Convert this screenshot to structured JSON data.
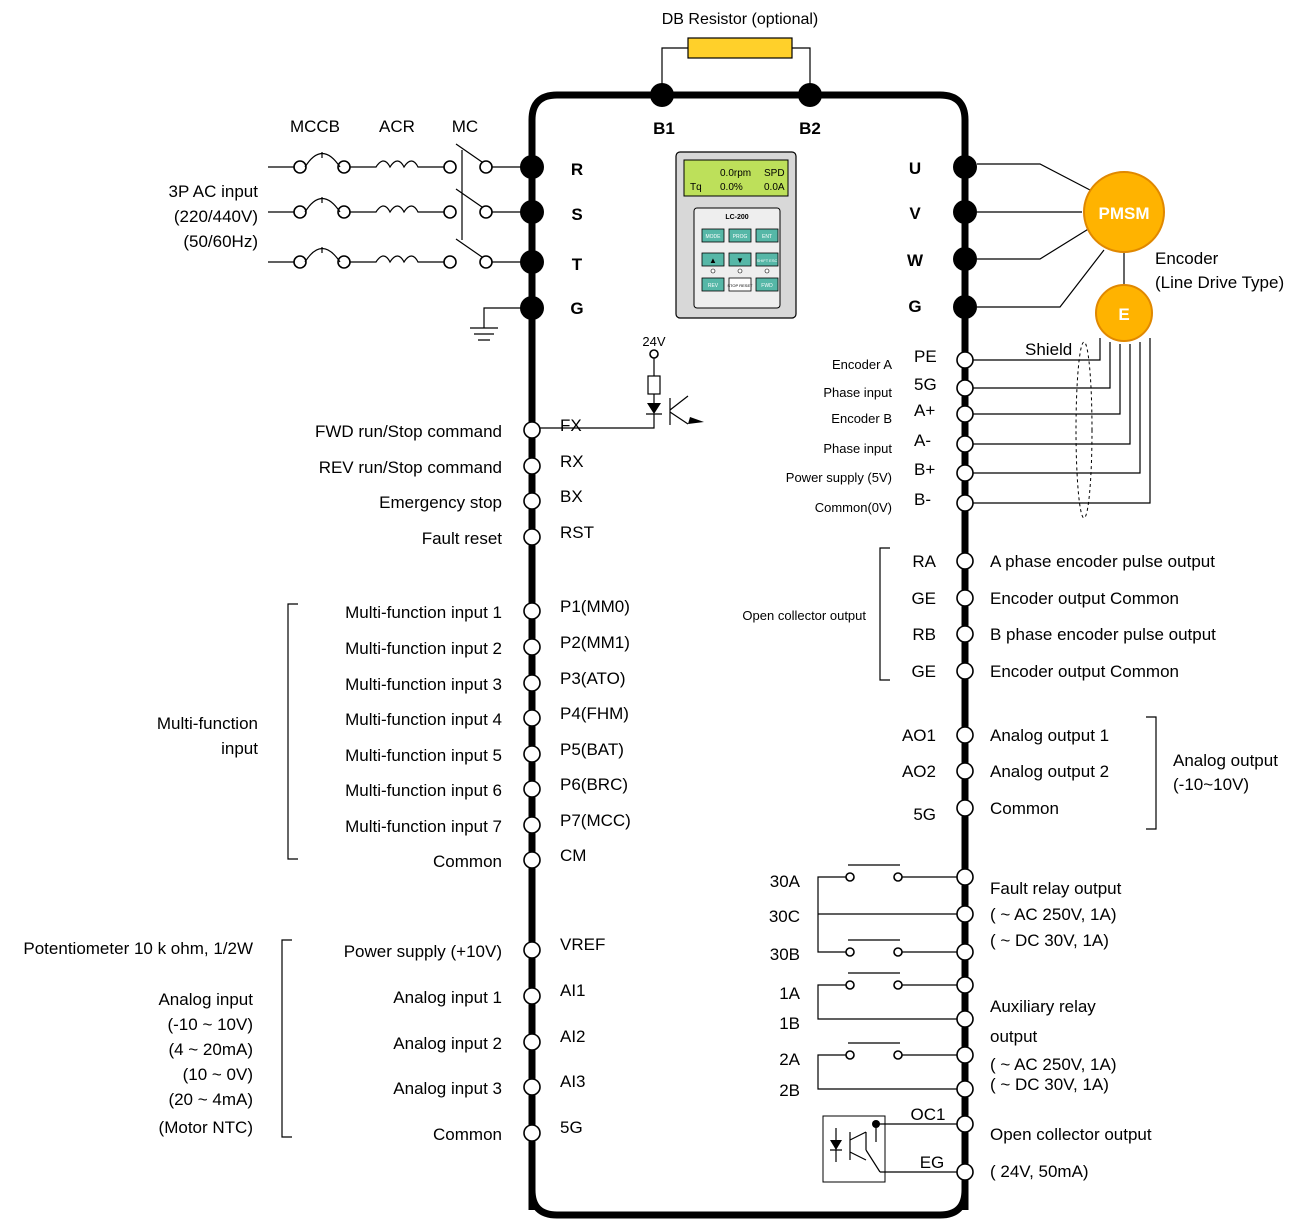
{
  "db_resistor": "DB Resistor (optional)",
  "top_terms": {
    "b1": "B1",
    "b2": "B2"
  },
  "input_devices": {
    "mccb": "MCCB",
    "acr": "ACR",
    "mc": "MC"
  },
  "ac_input": [
    "3P AC input",
    "(220/440V)",
    "(50/60Hz)"
  ],
  "power_in": [
    "R",
    "S",
    "T",
    "G"
  ],
  "power_out": [
    "U",
    "V",
    "W",
    "G"
  ],
  "motor": {
    "name": "PMSM",
    "encoder": "E",
    "encoder_label": [
      "Encoder",
      "(Line Drive Type)"
    ],
    "shield": "Shield"
  },
  "keypad": {
    "model": "LC-200",
    "lcd": {
      "speed": "0.0rpm",
      "mode": "SPD",
      "label": "Tq",
      "value": "0.0%",
      "value2": "0.0A"
    },
    "keys": [
      "MODE",
      "PROG",
      "ENT",
      "▲",
      "▼",
      "SHIFT ESC",
      "REV",
      "STOP RESET",
      "FWD"
    ]
  },
  "v24": "24V",
  "left_inputs": [
    {
      "desc": "FWD run/Stop command",
      "term": "FX"
    },
    {
      "desc": "REV run/Stop command",
      "term": "RX"
    },
    {
      "desc": "Emergency stop",
      "term": "BX"
    },
    {
      "desc": "Fault reset",
      "term": "RST"
    },
    {
      "desc": "Multi-function input 1",
      "term": "P1(MM0)"
    },
    {
      "desc": "Multi-function input 2",
      "term": "P2(MM1)"
    },
    {
      "desc": "Multi-function input 3",
      "term": "P3(ATO)"
    },
    {
      "desc": "Multi-function input 4",
      "term": "P4(FHM)"
    },
    {
      "desc": "Multi-function input 5",
      "term": "P5(BAT)"
    },
    {
      "desc": "Multi-function input 6",
      "term": "P6(BRC)"
    },
    {
      "desc": "Multi-function input 7",
      "term": "P7(MCC)"
    },
    {
      "desc": "Common",
      "term": "CM"
    }
  ],
  "mf_group": [
    "Multi-function",
    "input"
  ],
  "analog_inputs": [
    {
      "desc": "Power supply (+10V)",
      "term": "VREF"
    },
    {
      "desc": "Analog input 1",
      "term": "AI1"
    },
    {
      "desc": "Analog input 2",
      "term": "AI2"
    },
    {
      "desc": "Analog input 3",
      "term": "AI3"
    },
    {
      "desc": "Common",
      "term": "5G"
    }
  ],
  "pot_label": "Potentiometer 10 k ohm, 1/2W",
  "analog_in_group": [
    "Analog input",
    "(-10 ~ 10V)",
    "(4 ~ 20mA)",
    "(10 ~ 0V)",
    "(20 ~ 4mA)",
    "(Motor NTC)"
  ],
  "encoder_terms": [
    {
      "desc": "Encoder A",
      "term": "PE"
    },
    {
      "desc": "Phase input",
      "term": "5G"
    },
    {
      "desc": "Encoder B",
      "term": "A+"
    },
    {
      "desc": "Phase input",
      "term": "A-"
    },
    {
      "desc": "Power supply (5V)",
      "term": "B+"
    },
    {
      "desc": "Common(0V)",
      "term": "B-"
    }
  ],
  "encoder_outputs": [
    {
      "term": "RA",
      "desc": "A phase encoder pulse output"
    },
    {
      "term": "GE",
      "desc": "Encoder output Common"
    },
    {
      "term": "RB",
      "desc": "B phase encoder pulse output"
    },
    {
      "term": "GE",
      "desc": "Encoder output Common"
    }
  ],
  "open_collector_label": "Open collector output",
  "analog_outputs": [
    {
      "term": "AO1",
      "desc": "Analog output 1"
    },
    {
      "term": "AO2",
      "desc": "Analog output 2"
    },
    {
      "term": "5G",
      "desc": "Common"
    }
  ],
  "analog_out_group": [
    "Analog output",
    "(-10~10V)"
  ],
  "relay_terms": [
    "30A",
    "30C",
    "30B",
    "1A",
    "1B",
    "2A",
    "2B"
  ],
  "fault_relay": [
    "Fault relay output",
    "( ~ AC 250V, 1A)",
    "( ~ DC 30V, 1A)"
  ],
  "aux_relay": [
    "Auxiliary relay",
    "output",
    "( ~ AC 250V, 1A)",
    "( ~ DC 30V, 1A)"
  ],
  "oc_terms": [
    "OC1",
    "EG"
  ],
  "oc_output": [
    "Open collector output",
    "( 24V, 50mA)"
  ]
}
